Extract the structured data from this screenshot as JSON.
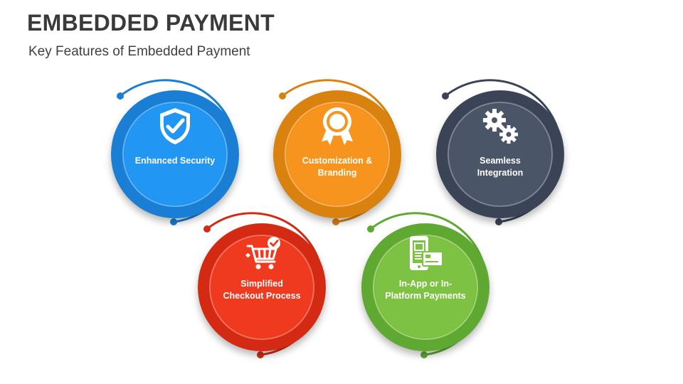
{
  "header": {
    "title": "EMBEDDED PAYMENT",
    "subtitle": "Key Features of Embedded Payment"
  },
  "features": [
    {
      "label": "Enhanced Security",
      "icon": "shield-check-icon",
      "color": "#1a7fd4",
      "inner_color": "#2196f3"
    },
    {
      "label": "Customization & Branding",
      "icon": "award-badge-icon",
      "color": "#d9820f",
      "inner_color": "#f7941d"
    },
    {
      "label": "Seamless Integration",
      "icon": "gears-icon",
      "color": "#3b4456",
      "inner_color": "#4a5568"
    },
    {
      "label": "Simplified Checkout Process",
      "icon": "shopping-cart-check-icon",
      "color": "#d42a14",
      "inner_color": "#f03a1f"
    },
    {
      "label": "In-App or In-Platform Payments",
      "icon": "phone-card-icon",
      "color": "#5fa832",
      "inner_color": "#7dc242"
    }
  ]
}
